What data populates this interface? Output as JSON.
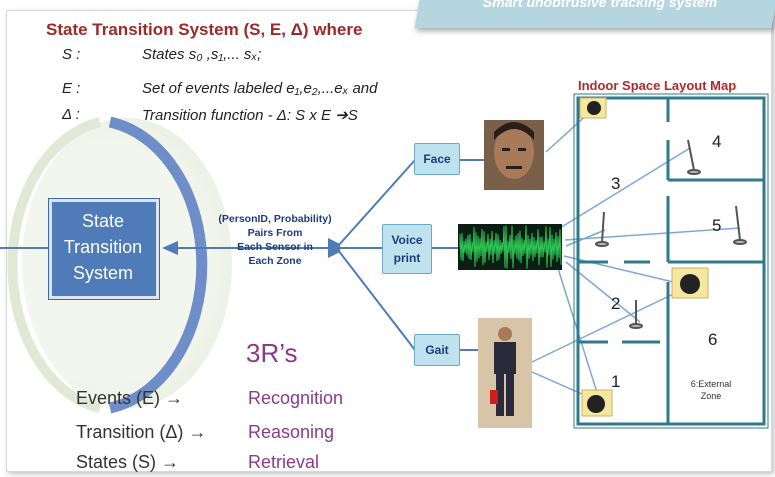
{
  "header": {
    "banner_text": "Smart unobtrusive tracking system",
    "title": "State Transition System (S, E, Δ) where"
  },
  "definitions": [
    {
      "symbol": "S :",
      "text": "States s₀ ,s₁,... sₓ;"
    },
    {
      "symbol": "E :",
      "text": "Set of events labeled  e₁,e₂,...eₓ  and"
    },
    {
      "symbol": "Δ :",
      "text": "Transition function  - Δ: S x E ➔S"
    }
  ],
  "system": {
    "label_line1": "State",
    "label_line2": "Transition",
    "label_line3": "System",
    "pairs_line1": "(PersonID, Probability)",
    "pairs_line2": "Pairs From",
    "pairs_line3": "Each Sensor in",
    "pairs_line4": "Each Zone"
  },
  "sensors": {
    "face": "Face",
    "voice_line1": "Voice",
    "voice_line2": "print",
    "gait": "Gait"
  },
  "three_r": {
    "title": "3R’s",
    "rows": [
      {
        "left": "Events (E) →",
        "right": "Recognition"
      },
      {
        "left": "Transition (Δ) →",
        "right": "Reasoning"
      },
      {
        "left": "States (S) →",
        "right": "Retrieval"
      }
    ]
  },
  "map": {
    "title": "Indoor Space Layout Map",
    "zones": [
      "1",
      "2",
      "3",
      "4",
      "5",
      "6"
    ],
    "external_line1": "6:External",
    "external_line2": "Zone"
  },
  "colors": {
    "title_red": "#9b2a2a",
    "system_blue": "#4f7bb8",
    "sensor_box": "#bfe2ef",
    "map_wall": "#2f7a8a",
    "three_r_purple": "#8a3a8a"
  }
}
